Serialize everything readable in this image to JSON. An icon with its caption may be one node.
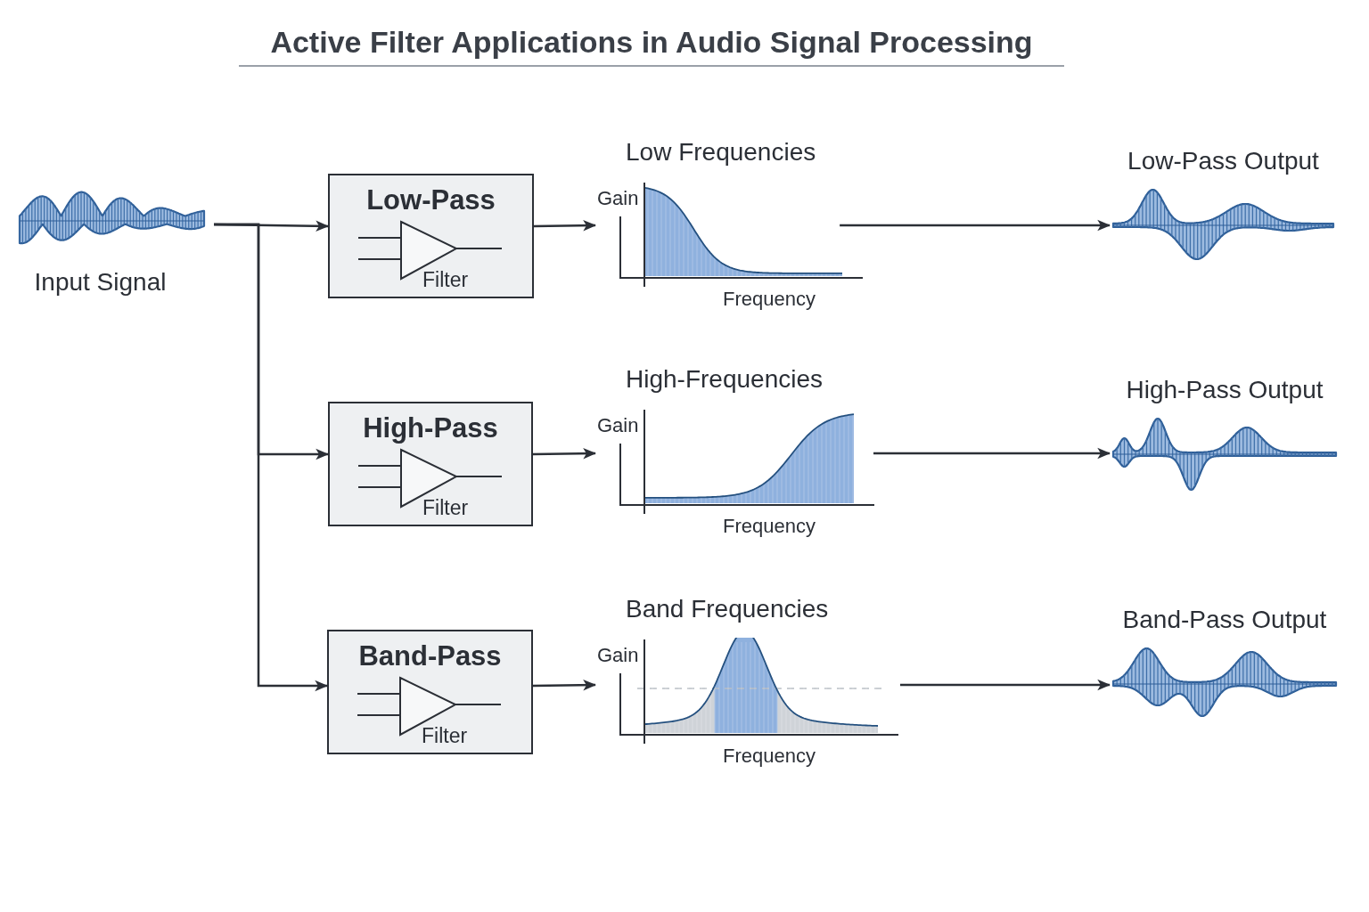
{
  "diagram": {
    "title": "Active Filter Applications in Audio Signal Processing",
    "nodes": [
      {
        "text": [
          "Input Signal"
        ]
      },
      {
        "text": [
          "Low-Pass",
          "Filter"
        ]
      },
      {
        "text": [
          "High-Pass",
          "Filter"
        ]
      },
      {
        "text": [
          "Band-Pass",
          "Filter"
        ]
      },
      {
        "text": [
          "Low Frequencies",
          "Gain",
          "Frequency"
        ]
      },
      {
        "text": [
          "High-Frequencies",
          "Gain",
          "Frequency"
        ]
      },
      {
        "text": [
          "Band Frequencies",
          "Gain",
          "Frequency"
        ]
      },
      {
        "text": [
          "Low-Pass Output"
        ]
      },
      {
        "text": [
          "High-Pass Output"
        ]
      },
      {
        "text": [
          "Band-Pass Output"
        ]
      }
    ],
    "edges": [
      {
        "from": 0,
        "to": 1,
        "arrow": "to"
      },
      {
        "from": 0,
        "to": 2,
        "arrow": "to"
      },
      {
        "from": 0,
        "to": 3,
        "arrow": "to"
      },
      {
        "from": 1,
        "to": 4,
        "arrow": "to"
      },
      {
        "from": 2,
        "to": 5,
        "arrow": "to"
      },
      {
        "from": 3,
        "to": 6,
        "arrow": "to"
      },
      {
        "from": 4,
        "to": 7,
        "arrow": "to"
      },
      {
        "from": 5,
        "to": 8,
        "arrow": "to"
      },
      {
        "from": 6,
        "to": 9,
        "arrow": "to"
      }
    ]
  }
}
